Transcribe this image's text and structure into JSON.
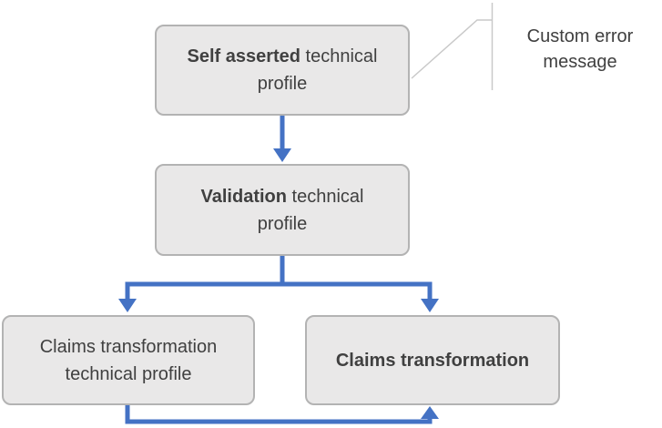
{
  "diagram": {
    "boxes": [
      {
        "bold": "Self asserted",
        "rest": " technical profile"
      },
      {
        "bold": "Validation",
        "rest": " technical profile"
      },
      {
        "bold": "",
        "rest": "Claims transformation technical profile"
      },
      {
        "bold": "Claims transformation",
        "rest": ""
      }
    ],
    "callout": {
      "text": "Custom error message"
    }
  },
  "colors": {
    "accent": "#4472C4",
    "box-fill": "#e9e8e8",
    "box-border": "#b3b3b3",
    "text": "#404040",
    "callout-line": "#c9c9c9"
  }
}
